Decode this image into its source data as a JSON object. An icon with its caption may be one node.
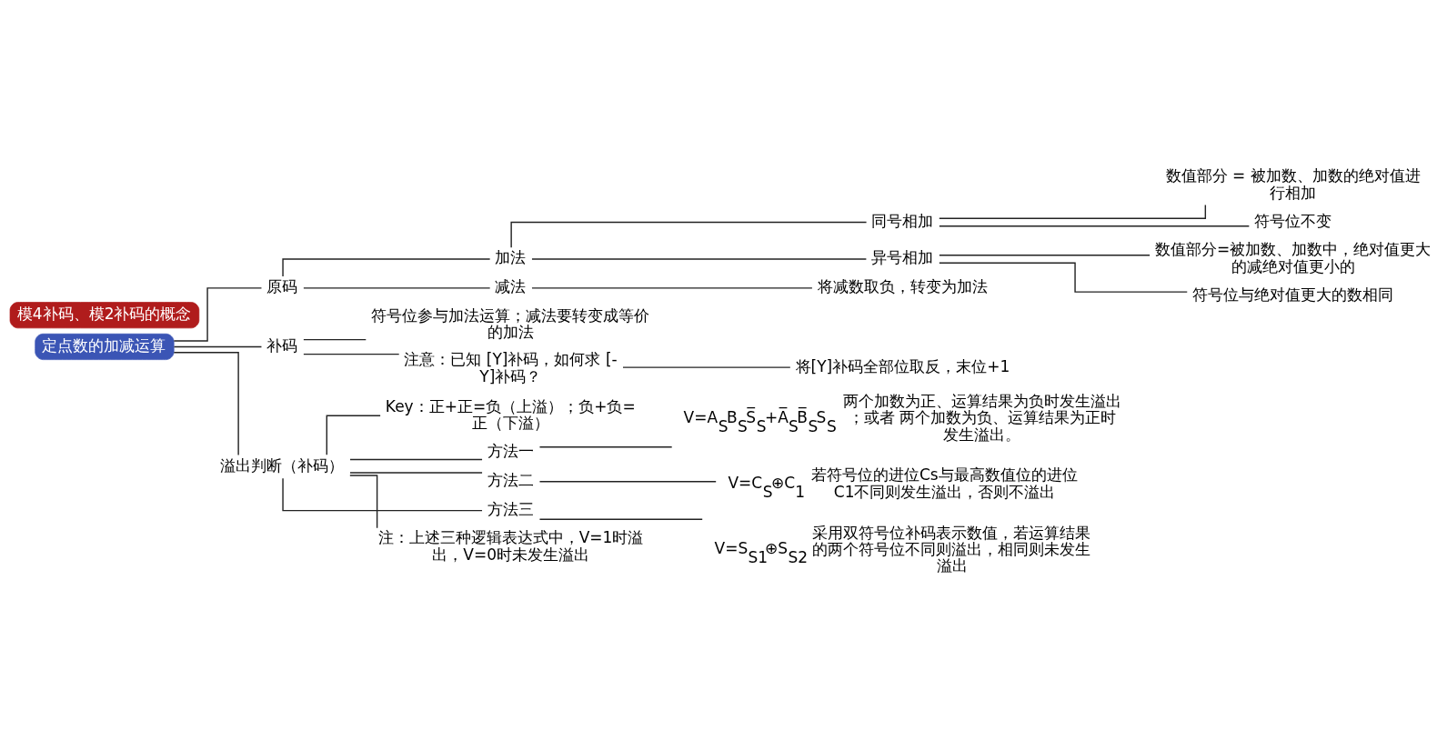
{
  "diagram": {
    "nodes": [
      {
        "text": [
          "定点数的加减运算"
        ]
      },
      {
        "text": [
          "原码"
        ]
      },
      {
        "text": [
          "加法"
        ]
      },
      {
        "text": [
          "同号相加"
        ]
      },
      {
        "text": [
          "数值部分 = 被加数、加数的绝对值进行相加"
        ]
      },
      {
        "text": [
          "符号位不变"
        ]
      },
      {
        "text": [
          "异号相加"
        ]
      },
      {
        "text": [
          "数值部分=被加数、加数中，绝对值更大的减绝对值更小的"
        ]
      },
      {
        "text": [
          "符号位与绝对值更大的数相同"
        ]
      },
      {
        "text": [
          "减法"
        ]
      },
      {
        "text": [
          "将减数取负，转变为加法"
        ]
      },
      {
        "text": [
          "补码"
        ]
      },
      {
        "text": [
          "符号位参与加法运算；减法要转变成等价的加法"
        ]
      },
      {
        "text": [
          "注意：已知 [Y]补码，如何求 [-Y]补码？"
        ]
      },
      {
        "text": [
          "将[Y]补码全部位取反，末位+1"
        ]
      },
      {
        "text": [
          "溢出判断（补码）"
        ]
      },
      {
        "text": [
          "Key：正+正=负（上溢）；负+负=正（下溢）"
        ]
      },
      {
        "text": [
          "方法一"
        ]
      },
      {
        "text": [
          "V=A$_{S}$B$_{S}$S̅$_{S}$+A̅$_{S}$B̅$_{S}$S$_{S}$"
        ],
        "beside": [
          "两个加数为正、运算结果为负时发生溢出；或者 两个加数为负、运算结果为正时发生溢出。"
        ]
      },
      {
        "text": [
          "方法二"
        ]
      },
      {
        "text": [
          "V=C$_{S}$⊕C$_{1}$"
        ],
        "beside": [
          "若符号位的进位Cs与最高数值位的进位C1不同则发生溢出，否则不溢出"
        ]
      },
      {
        "text": [
          "方法三"
        ]
      },
      {
        "text": [
          "V=S$_{S1}$⊕S$_{S2}$"
        ],
        "beside": [
          "采用双符号位补码表示数值，若运算结果的两个符号位不同则溢出，相同则未发生溢出"
        ]
      },
      {
        "text": [
          "注：上述三种逻辑表达式中，V=1时溢出，V=0时未发生溢出"
        ]
      },
      {
        "text": [
          "模4补码、模2补码的概念"
        ]
      }
    ],
    "edges": [
      {
        "from": 0,
        "to": 1,
        "arrow": "none"
      },
      {
        "from": 0,
        "to": 11,
        "arrow": "none"
      },
      {
        "from": 0,
        "to": 15,
        "arrow": "none"
      },
      {
        "from": 1,
        "to": 2,
        "arrow": "none"
      },
      {
        "from": 1,
        "to": 9,
        "arrow": "none"
      },
      {
        "from": 2,
        "to": 3,
        "arrow": "none"
      },
      {
        "from": 2,
        "to": 6,
        "arrow": "none"
      },
      {
        "from": 3,
        "to": 4,
        "arrow": "none"
      },
      {
        "from": 3,
        "to": 5,
        "arrow": "none"
      },
      {
        "from": 6,
        "to": 7,
        "arrow": "none"
      },
      {
        "from": 6,
        "to": 8,
        "arrow": "none"
      },
      {
        "from": 9,
        "to": 10,
        "arrow": "none"
      },
      {
        "from": 11,
        "to": 12,
        "arrow": "none"
      },
      {
        "from": 11,
        "to": 13,
        "arrow": "none"
      },
      {
        "from": 13,
        "to": 14,
        "arrow": "none"
      },
      {
        "from": 15,
        "to": 16,
        "arrow": "none"
      },
      {
        "from": 15,
        "to": 17,
        "arrow": "none"
      },
      {
        "from": 15,
        "to": 19,
        "arrow": "none"
      },
      {
        "from": 15,
        "to": 21,
        "arrow": "none"
      },
      {
        "from": 15,
        "to": 23,
        "arrow": "none"
      },
      {
        "from": 17,
        "to": 18,
        "arrow": "none"
      },
      {
        "from": 19,
        "to": 20,
        "arrow": "none"
      },
      {
        "from": 21,
        "to": 22,
        "arrow": "none"
      }
    ]
  }
}
